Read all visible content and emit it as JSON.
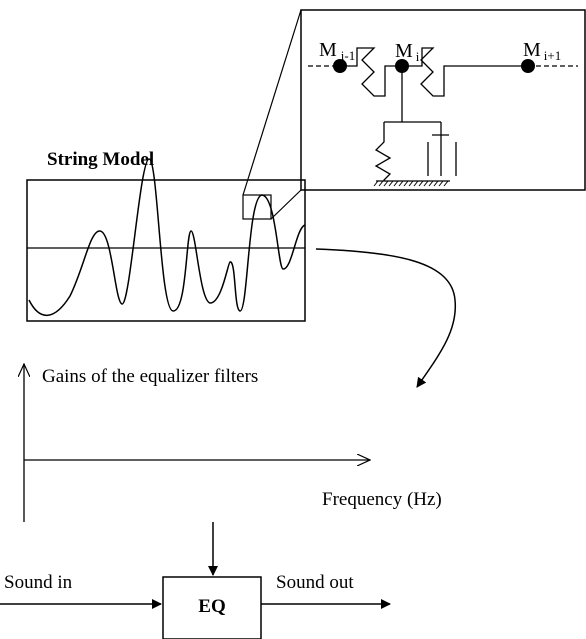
{
  "string_model": {
    "title": "String Model"
  },
  "mass_chain": {
    "left_mass": {
      "base": "M",
      "sub": "i-1"
    },
    "center_mass": {
      "base": "M",
      "sub": "i"
    },
    "right_mass": {
      "base": "M",
      "sub": "i+1"
    }
  },
  "response_axes": {
    "y_label": "Gains of the equalizer filters",
    "x_label": "Frequency (Hz)"
  },
  "equalizer": {
    "block_label": "EQ",
    "input_label": "Sound in",
    "output_label": "Sound out"
  }
}
